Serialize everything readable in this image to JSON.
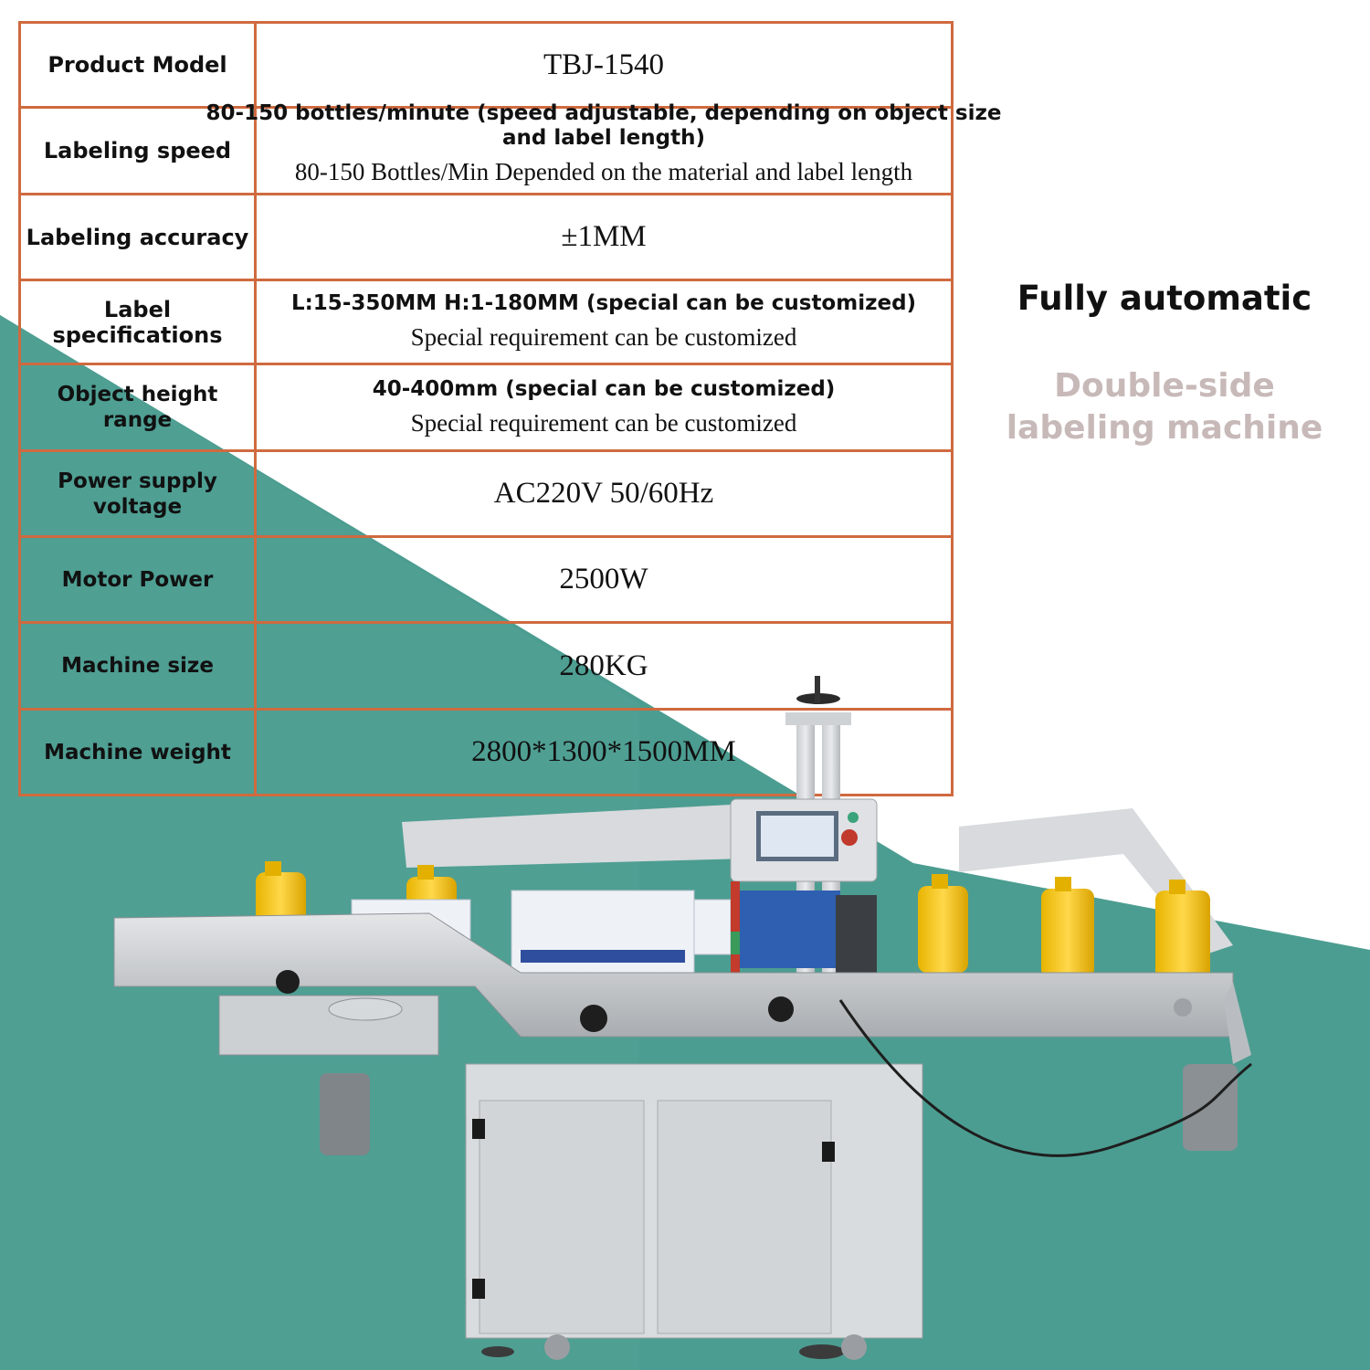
{
  "specs": {
    "rows": [
      {
        "label": "Product Model",
        "value": "TBJ-1540"
      },
      {
        "label": "Labeling speed",
        "value_line1": "80-150 bottles/minute (speed adjustable, depending on object size and label length)",
        "value_line2": "80-150 Bottles/Min Depended on the material and label length"
      },
      {
        "label": "Labeling accuracy",
        "value": "±1MM"
      },
      {
        "label": "Label specifications",
        "value_line1": "L:15-350MM H:1-180MM (special can be customized)",
        "value_line2": "Special requirement can be customized"
      },
      {
        "label": "Object height range",
        "value_line1": "40-400mm (special can be customized)",
        "value_line2": "Special requirement can be customized"
      },
      {
        "label": "Power supply voltage",
        "value": "AC220V 50/60Hz"
      },
      {
        "label": "Motor Power",
        "value": "2500W"
      },
      {
        "label": "Machine size",
        "value": "280KG"
      },
      {
        "label": "Machine weight",
        "value": "2800*1300*1500MM"
      }
    ]
  },
  "heading": {
    "line1": "Fully automatic",
    "line2": "Double-side labeling machine"
  },
  "colors": {
    "teal": "#4c9d91",
    "border": "#cf6a3f",
    "subtitle": "#c8b9b9"
  }
}
